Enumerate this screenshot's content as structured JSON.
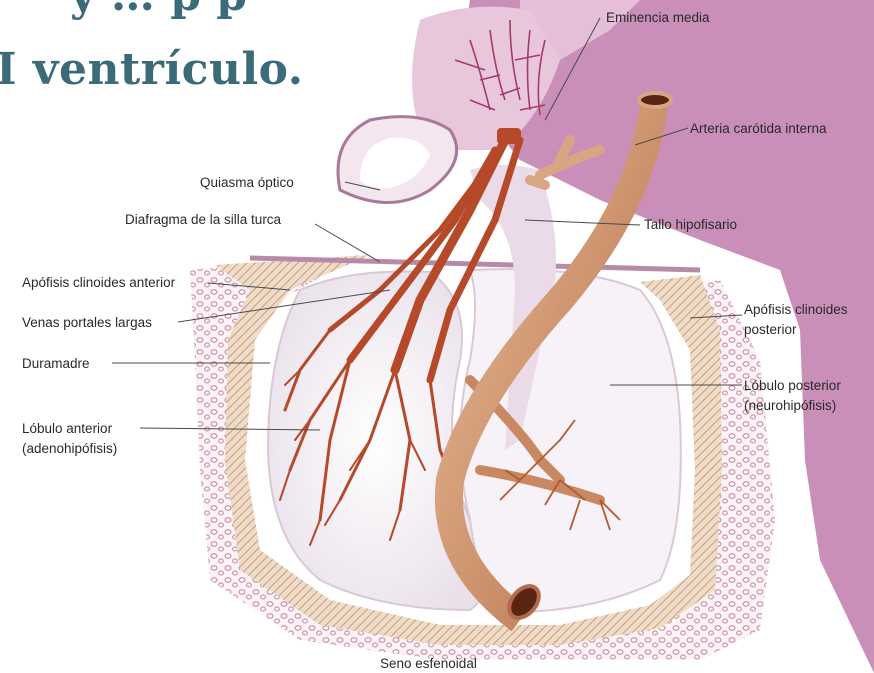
{
  "slide": {
    "title_fragment_top": "y  … p       p",
    "title": "I ventrículo."
  },
  "diagram": {
    "labels": {
      "eminencia_media": "Eminencia media",
      "arteria_carotida": "Arteria carótida interna",
      "quiasma_optico": "Quiasma óptico",
      "diafragma": "Diafragma de la silla turca",
      "tallo_hipofisario": "Tallo hipofisario",
      "apofisis_anterior": "Apófisis clinoides anterior",
      "venas_portales": "Venas portales largas",
      "duramadre": "Duramadre",
      "apofisis_posterior_1": "Apófisis clinoides",
      "apofisis_posterior_2": "posterior",
      "lobulo_posterior_1": "Lóbulo posterior",
      "lobulo_posterior_2": "(neurohipófisis)",
      "lobulo_anterior_1": "Lóbulo anterior",
      "lobulo_anterior_2": "(adenohipófisis)",
      "seno_esfenoidal": "Seno esfenoidal"
    },
    "colors": {
      "brain_tissue": "#c98fb8",
      "light_tissue": "#f1dcea",
      "gland": "#f2eef3",
      "vessels": "#b5492a",
      "artery": "#d9a683",
      "bone_hatch": "#d8b89a",
      "bone_pores": "#c9829f",
      "title": "#3b6b78"
    }
  }
}
